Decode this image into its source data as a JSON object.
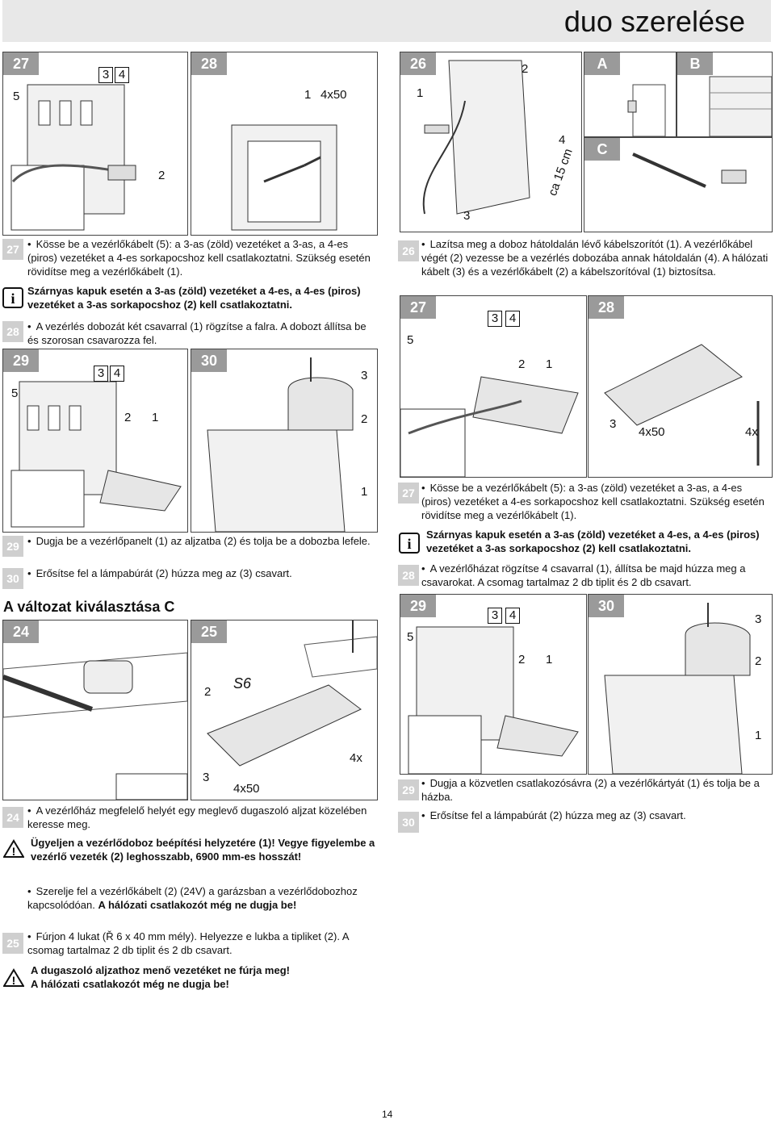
{
  "header": {
    "title": "duo szerelése"
  },
  "figures": {
    "f27a": {
      "label": "27",
      "callouts": [
        "5",
        "3",
        "4",
        "2"
      ]
    },
    "f28a": {
      "label": "28",
      "callouts": [
        "1",
        "4x50"
      ]
    },
    "f26": {
      "label": "26",
      "callouts": [
        "2",
        "1",
        "4",
        "3",
        "ca 15 cm"
      ]
    },
    "fA": {
      "label": "A"
    },
    "fB": {
      "label": "B"
    },
    "fC": {
      "label": "C"
    },
    "f29a": {
      "label": "29",
      "callouts": [
        "3",
        "4",
        "5",
        "2",
        "1"
      ]
    },
    "f30a": {
      "label": "30",
      "callouts": [
        "3",
        "2",
        "1"
      ]
    },
    "f27b": {
      "label": "27",
      "callouts": [
        "3",
        "4",
        "5",
        "2",
        "1"
      ]
    },
    "f28b": {
      "label": "28",
      "callouts": [
        "3",
        "4x50",
        "4x"
      ]
    },
    "f24": {
      "label": "24"
    },
    "f25": {
      "label": "25",
      "callouts": [
        "2",
        "S6",
        "4x",
        "3",
        "4x50"
      ]
    },
    "f29b": {
      "label": "29",
      "callouts": [
        "3",
        "4",
        "5",
        "2",
        "1"
      ]
    },
    "f30b": {
      "label": "30",
      "callouts": [
        "3",
        "2",
        "1"
      ]
    }
  },
  "left": {
    "b27": "27",
    "t27": "Kösse be a vezérlőkábelt (5): a 3-as (zöld) vezetéket a 3-as, a 4-es (piros) vezetéket a 4-es sorkapocshoz kell csatlakoztatni. Szükség esetén rövidítse meg a vezérlőkábelt (1).",
    "info1": "Szárnyas kapuk esetén a 3-as (zöld) vezetéket a 4-es, a 4-es (piros) vezetéket a 3-as sorkapocshoz (2) kell csatlakoztatni.",
    "b28": "28",
    "t28": "A vezérlés dobozát két csavarral (1) rögzítse a falra. A dobozt állítsa be és szorosan csavarozza fel.",
    "b29": "29",
    "t29": "Dugja be a vezérlőpanelt (1) az aljzatba (2) és tolja be a dobozba lefele.",
    "b30": "30",
    "t30": "Erősítse fel a lámpabúrát (2) húzza meg az (3) csavart.",
    "sectionC": "A változat kiválasztása C",
    "b24": "24",
    "t24": "A vezérlőház megfelelő helyét egy meglevő dugaszoló aljzat közelében keresse meg.",
    "warn1": "Ügyeljen a vezérlődoboz beépítési helyzetére (1)! Vegye figyelembe a vezérlő vezeték (2) leghosszabb, 6900 mm-es hosszát!",
    "t25a_1": "Szerelje fel a vezérlőkábelt (2) (24V) a garázsban a vezérlődobozhoz kapcsolódóan. ",
    "t25a_2": "A hálózati csatlakozót még ne dugja be!",
    "b25": "25",
    "t25b": "Fúrjon 4 lukat (Ř 6 x 40 mm mély). Helyezze e lukba a tipliket (2). A csomag tartalmaz 2 db tiplit és 2 db csavart.",
    "warn2a": "A dugaszoló aljzathoz menő vezetéket ne fúrja meg!",
    "warn2b": "A hálózati csatlakozót még ne dugja be!"
  },
  "right": {
    "b26": "26",
    "t26": "Lazítsa meg a doboz hátoldalán lévő kábelszorítót (1). A vezérlőkábel végét (2) vezesse be a vezérlés dobozába annak hátoldalán (4). A hálózati kábelt (3) és a vezérlőkábelt (2) a kábelszorítóval (1) biztosítsa.",
    "b27": "27",
    "t27": "Kösse be a vezérlőkábelt (5): a 3-as (zöld) vezetéket a 3-as, a 4-es (piros) vezetéket a 4-es sorkapocshoz kell csatlakoztatni. Szükség esetén rövidítse meg a vezérlőkábelt (1).",
    "info2": "Szárnyas kapuk esetén a 3-as (zöld) vezetéket a 4-es, a 4-es (piros) vezetéket a 3-as sorkapocshoz (2) kell csatlakoztatni.",
    "b28": "28",
    "t28": "A vezérlőházat rögzítse 4 csavarral (1), állítsa be majd húzza meg a csavarokat. A csomag tartalmaz 2 db tiplit és 2 db csavart.",
    "b29": "29",
    "t29": "Dugja a közvetlen csatlakozósávra (2) a vezérlőkártyát (1) és tolja be a házba.",
    "b30": "30",
    "t30": "Erősítse fel a lámpabúrát (2) húzza meg az (3) csavart."
  },
  "page_number": "14"
}
